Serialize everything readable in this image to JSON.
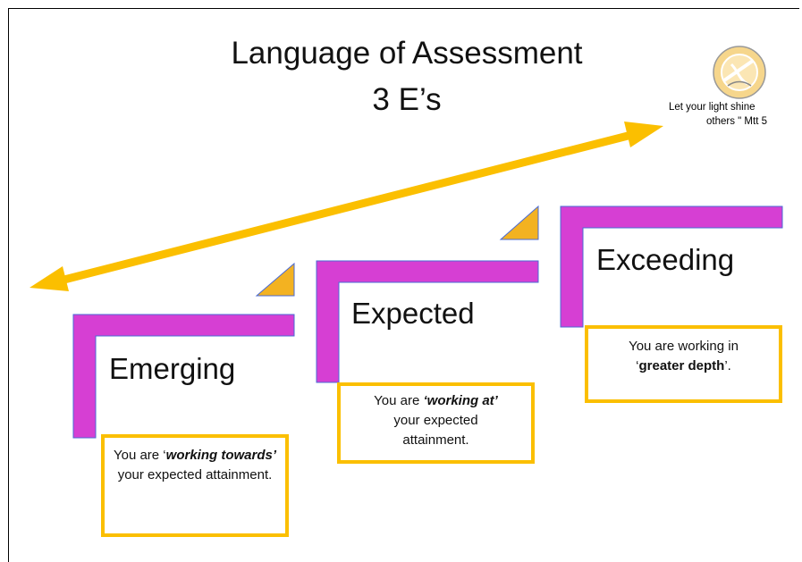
{
  "title": "Language of Assessment",
  "subtitle": "3 E’s",
  "logo": {
    "icon": "school-crest-icon"
  },
  "motto": {
    "line1": "Let your light shine",
    "line2": "others \" Mtt 5"
  },
  "colors": {
    "arrow": "#fbbf00",
    "step": "#d63fd3",
    "triangle": "#f3b221"
  },
  "steps": [
    {
      "label": "Emerging",
      "desc_prefix": "You are ‘",
      "desc_emph": "working towards’",
      "desc_suffix": " your expected attainment."
    },
    {
      "label": "Expected",
      "desc_prefix": "You are ",
      "desc_emph": "‘working at’",
      "desc_suffix": " your expected attainment."
    },
    {
      "label": "Exceeding",
      "desc_prefix": "You are working in ‘",
      "desc_emph": "greater depth",
      "desc_suffix": "’."
    }
  ]
}
